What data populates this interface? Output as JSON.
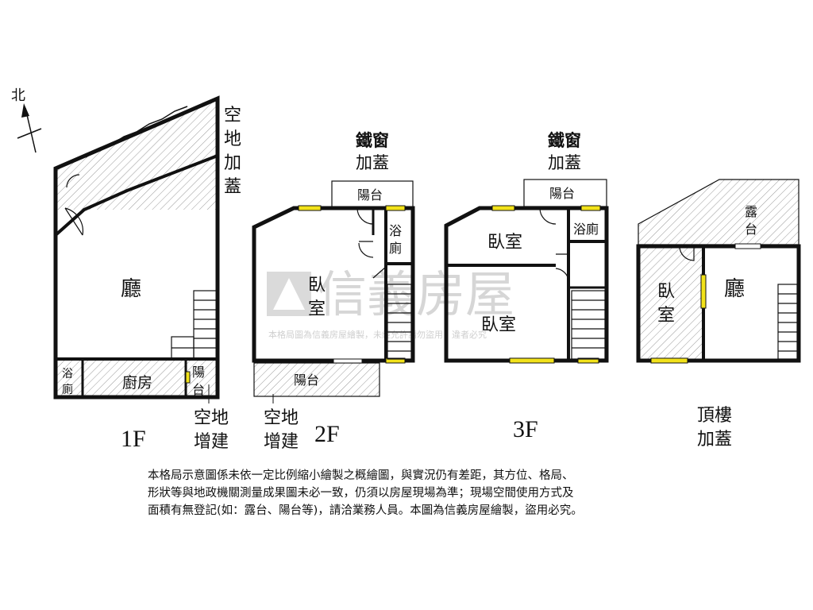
{
  "compass": {
    "label": "北"
  },
  "watermark": {
    "brand": "信義房屋",
    "subtext": "本格局圖為信義房屋繪製，未經允許請勿盜用，違者必究"
  },
  "floor1": {
    "label": "1F",
    "hall": "廳",
    "kitchen": "廚房",
    "bath": [
      "浴",
      "廁"
    ],
    "balcony": [
      "陽",
      "台"
    ],
    "addon_right": [
      "空",
      "地",
      "加",
      "蓋"
    ],
    "addon_bottom": [
      "空地",
      "增建"
    ]
  },
  "floor2": {
    "label": "2F",
    "iron_window": [
      "鐵窗",
      "加蓋"
    ],
    "top_balcony": "陽台",
    "bath": [
      "浴",
      "廁"
    ],
    "bedroom": [
      "臥",
      "室"
    ],
    "bottom_balcony": "陽台",
    "addon_bottom": [
      "空地",
      "增建"
    ]
  },
  "floor3": {
    "label": "3F",
    "iron_window": [
      "鐵窗",
      "加蓋"
    ],
    "top_balcony": "陽台",
    "bath": "浴廁",
    "bedroom_top": "臥室",
    "bedroom_bottom": "臥室"
  },
  "roof": {
    "label": [
      "頂樓",
      "加蓋"
    ],
    "terrace": [
      "露",
      "台"
    ],
    "bedroom": [
      "臥",
      "室"
    ],
    "hall": "廳"
  },
  "notes": [
    "本格局示意圖係未依一定比例縮小繪製之概繪圖，與實況仍有差距，其方位、格局、",
    "形狀等與地政機關測量成果圖未必一致，仍須以房屋現場為準；現場空間使用方式及",
    "面積有無登記(如：露台、陽台等)，請洽業務人員。本圖為信義房屋繪製，盜用必究。"
  ]
}
